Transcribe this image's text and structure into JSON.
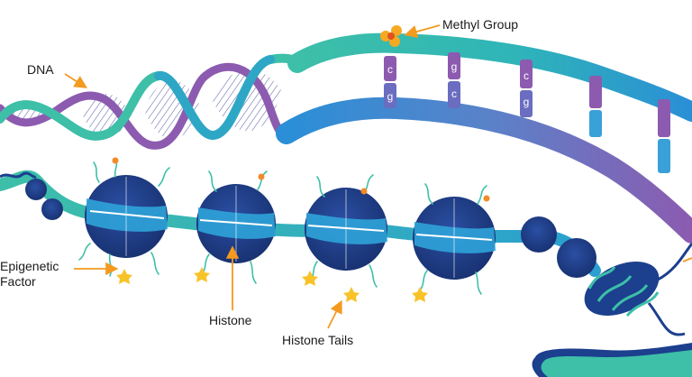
{
  "labels": {
    "dna": "DNA",
    "methyl_group": "Methyl Group",
    "epigenetic_factor_line1": "Epigenetic",
    "epigenetic_factor_line2": "Factor",
    "histone": "Histone",
    "histone_tails": "Histone Tails"
  },
  "base_pairs": [
    {
      "top": "c",
      "bottom": "g"
    },
    {
      "top": "g",
      "bottom": "c"
    },
    {
      "top": "c",
      "bottom": "g"
    },
    {
      "top": "",
      "bottom": ""
    },
    {
      "top": "",
      "bottom": ""
    }
  ],
  "colors": {
    "arrow": "#f39a1f",
    "methyl": "#f7a823",
    "methyl_dark": "#e0521f",
    "strand_teal": "#3dbfa8",
    "strand_blue": "#2a8fd6",
    "strand_purple": "#8c5bb0",
    "nucleosome_dark": "#1c3f8e",
    "nucleosome_wrap": "#2fa3d9",
    "text": "#1a1a1a"
  }
}
